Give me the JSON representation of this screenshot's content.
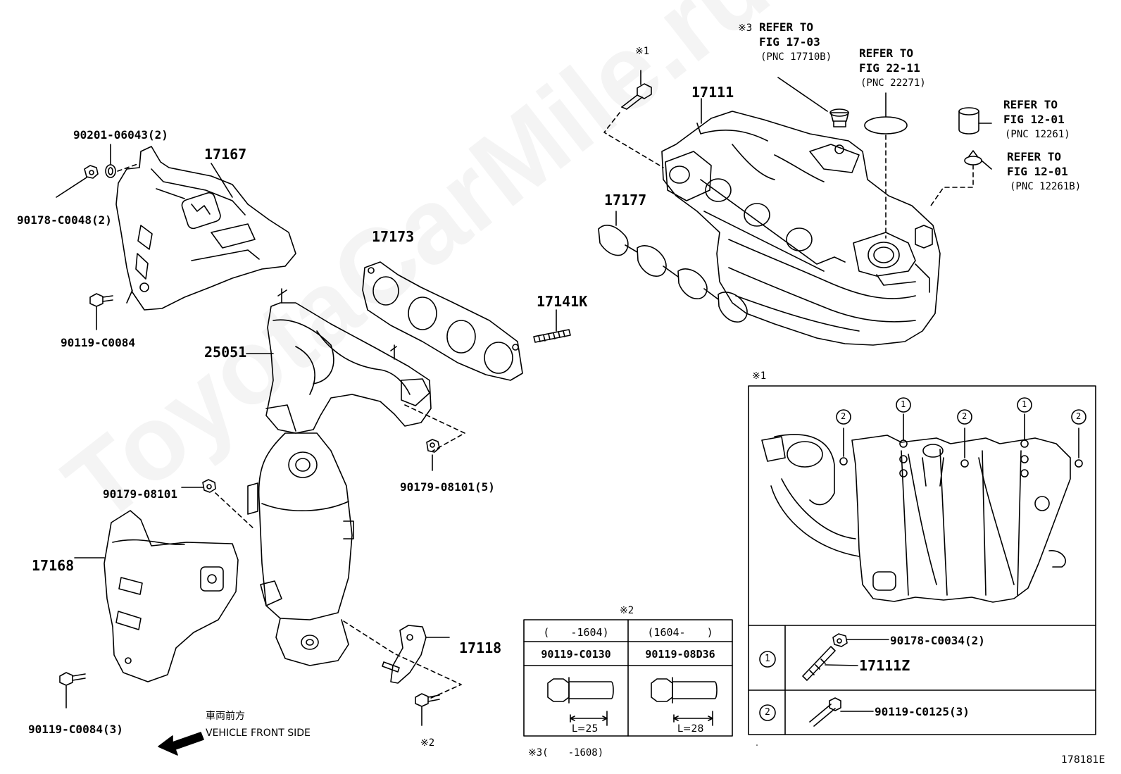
{
  "watermark": "ToyotaCarMile.ru",
  "diagram_id": "178181E",
  "parts": {
    "p90201": "90201-06043(2)",
    "p17167": "17167",
    "p90178_c0048": "90178-C0048(2)",
    "p90119_c0084_top": "90119-C0084",
    "p25051": "25051",
    "p17173": "17173",
    "p17141k": "17141K",
    "p90179_5": "90179-08101(5)",
    "p90179_left": "90179-08101",
    "p17168": "17168",
    "p17118": "17118",
    "p90119_c0084_3": "90119-C0084(3)",
    "p17111": "17111",
    "p17177": "17177"
  },
  "refs": {
    "ref1_line1": "REFER TO",
    "ref1_line2": "FIG 17-03",
    "ref1_line3": "(PNC 17710B)",
    "ref1_mark": "※3",
    "ref2_line1": "REFER TO",
    "ref2_line2": "FIG 22-11",
    "ref2_line3": "(PNC 22271)",
    "ref3_line1": "REFER TO",
    "ref3_line2": "FIG 12-01",
    "ref3_line3": "(PNC 12261)",
    "ref4_line1": "REFER TO",
    "ref4_line2": "FIG 12-01",
    "ref4_line3": "(PNC 12261B)"
  },
  "marks": {
    "m1_bolt": "※1",
    "m1_box": "※1",
    "m2_table": "※2",
    "m2_bolt": "※2",
    "m3_note": "※3(　　-1608)"
  },
  "front": {
    "jp": "車両前方",
    "en": "VEHICLE FRONT SIDE"
  },
  "bolt_table": {
    "col1_header": "(　　-1604)",
    "col2_header": "(1604-　　)",
    "col1_part": "90119-C0130",
    "col2_part": "90119-08D36",
    "col1_len": "L=25",
    "col2_len": "L=28"
  },
  "detail_box": {
    "circle1": "1",
    "circle2": "2",
    "row1_part_a": "90178-C0034(2)",
    "row1_part_b": "17111Z",
    "row2_part": "90119-C0125(3)",
    "row1_label": "1",
    "row2_label": "2"
  }
}
